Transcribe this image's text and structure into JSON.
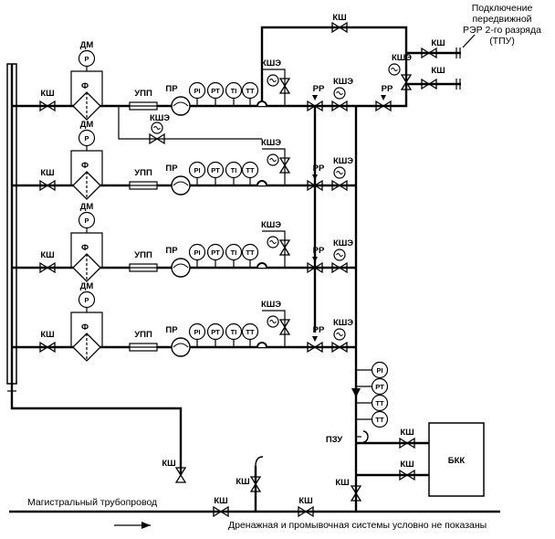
{
  "labels": {
    "ksh": "КШ",
    "ksh_e": "КШЭ",
    "dm": "ДМ",
    "filter": "Ф",
    "upp": "УПП",
    "pr": "ПР",
    "pi": "PI",
    "pt": "PT",
    "ti": "TI",
    "tt": "TT",
    "rr": "РР",
    "pzu": "ПЗУ",
    "bkk": "БКК",
    "p": "Р"
  },
  "connection_note": [
    "Подключение",
    "передвижной",
    "РЭР 2-го разряда",
    "(ТПУ)"
  ],
  "main_pipeline": "Магистральный трубопровод",
  "bottom_note": "Дренажная и промывочная системы условно не показаны",
  "colors": {
    "line": "#000000",
    "background": "#ffffff"
  }
}
